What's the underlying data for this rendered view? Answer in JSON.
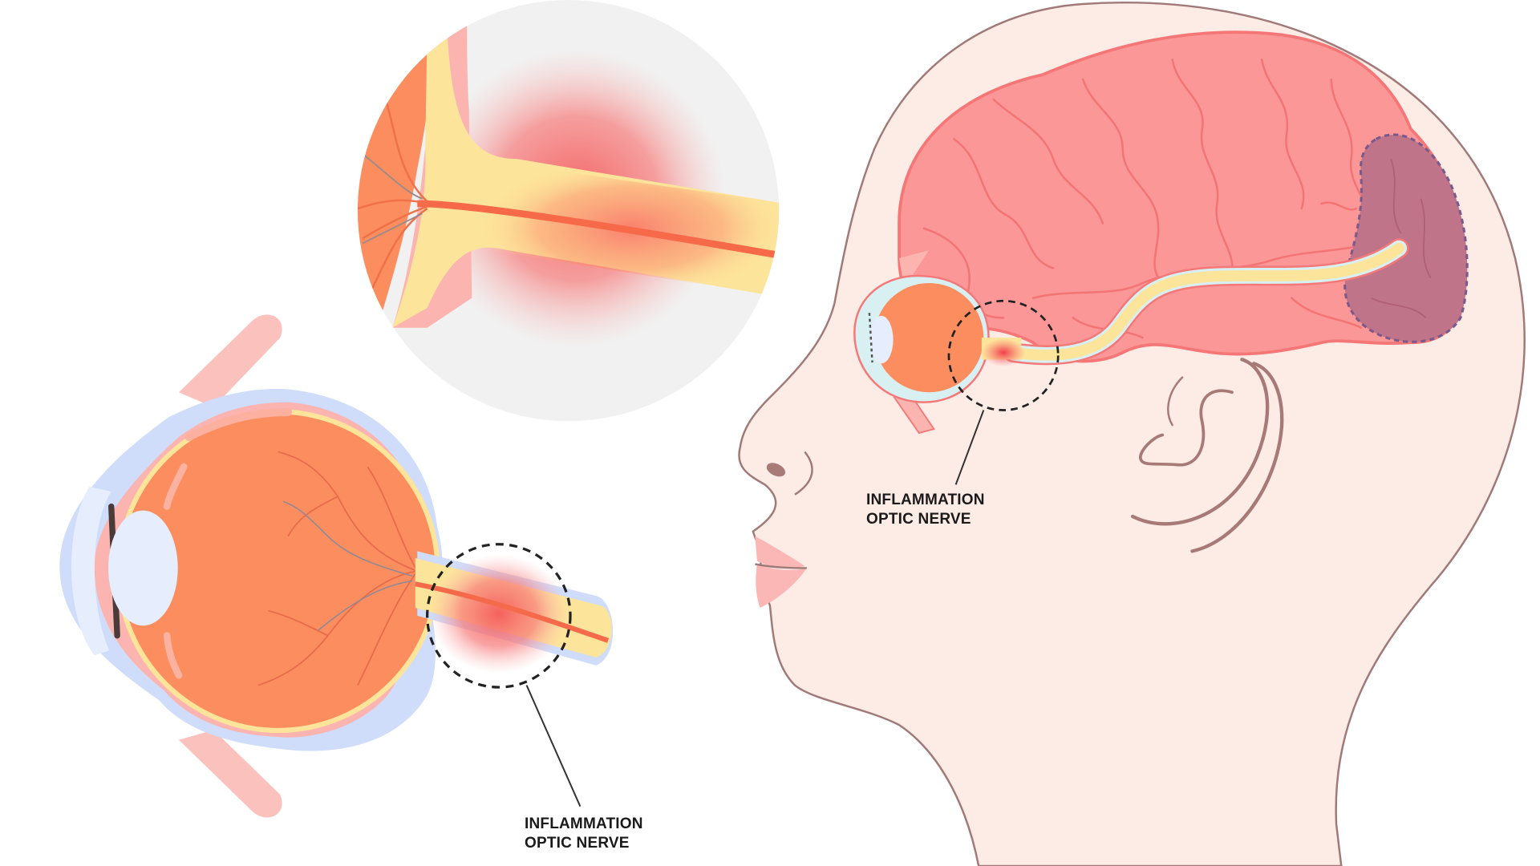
{
  "figure": {
    "topic": "Optic neuritis — inflammation of the optic nerve",
    "colors": {
      "background": "#ffffff",
      "skin": "#fdebe5",
      "skin_outline": "#a07a78",
      "brain": "#fb9797",
      "brain_gyri": "#f37474",
      "visual_cortex": "#c07489",
      "visual_cortex_outline": "#7a5a8a",
      "optic_nerve": "#fde49b",
      "optic_nerve_sheath": "#d8f0f2",
      "eye_interior": "#fb8d5e",
      "sclera": "#fbb4b0",
      "outer_eye_layer": "#cfdcfa",
      "lens": "#e6edfc",
      "inflammation_center": "#f55a5a",
      "zoom_circle_bg": "#f1f1f1",
      "dashed_circle": "#222222",
      "label_text": "#1a1a1a"
    }
  },
  "labels": {
    "head_callout": {
      "line1": "INFLAMMATION",
      "line2": "OPTIC NERVE"
    },
    "eye_callout": {
      "line1": "INFLAMMATION",
      "line2": "OPTIC NERVE"
    }
  },
  "panels": {
    "magnified_view": "zoomed cross-section of optic disc and nerve with inflammation glow",
    "eyeball_cross_section": "large sagittal eyeball section with dashed circle around inflamed optic nerve",
    "head_profile": "side profile of head with brain, visual pathway to occipital visual cortex, dashed circle around inflamed nerve"
  }
}
